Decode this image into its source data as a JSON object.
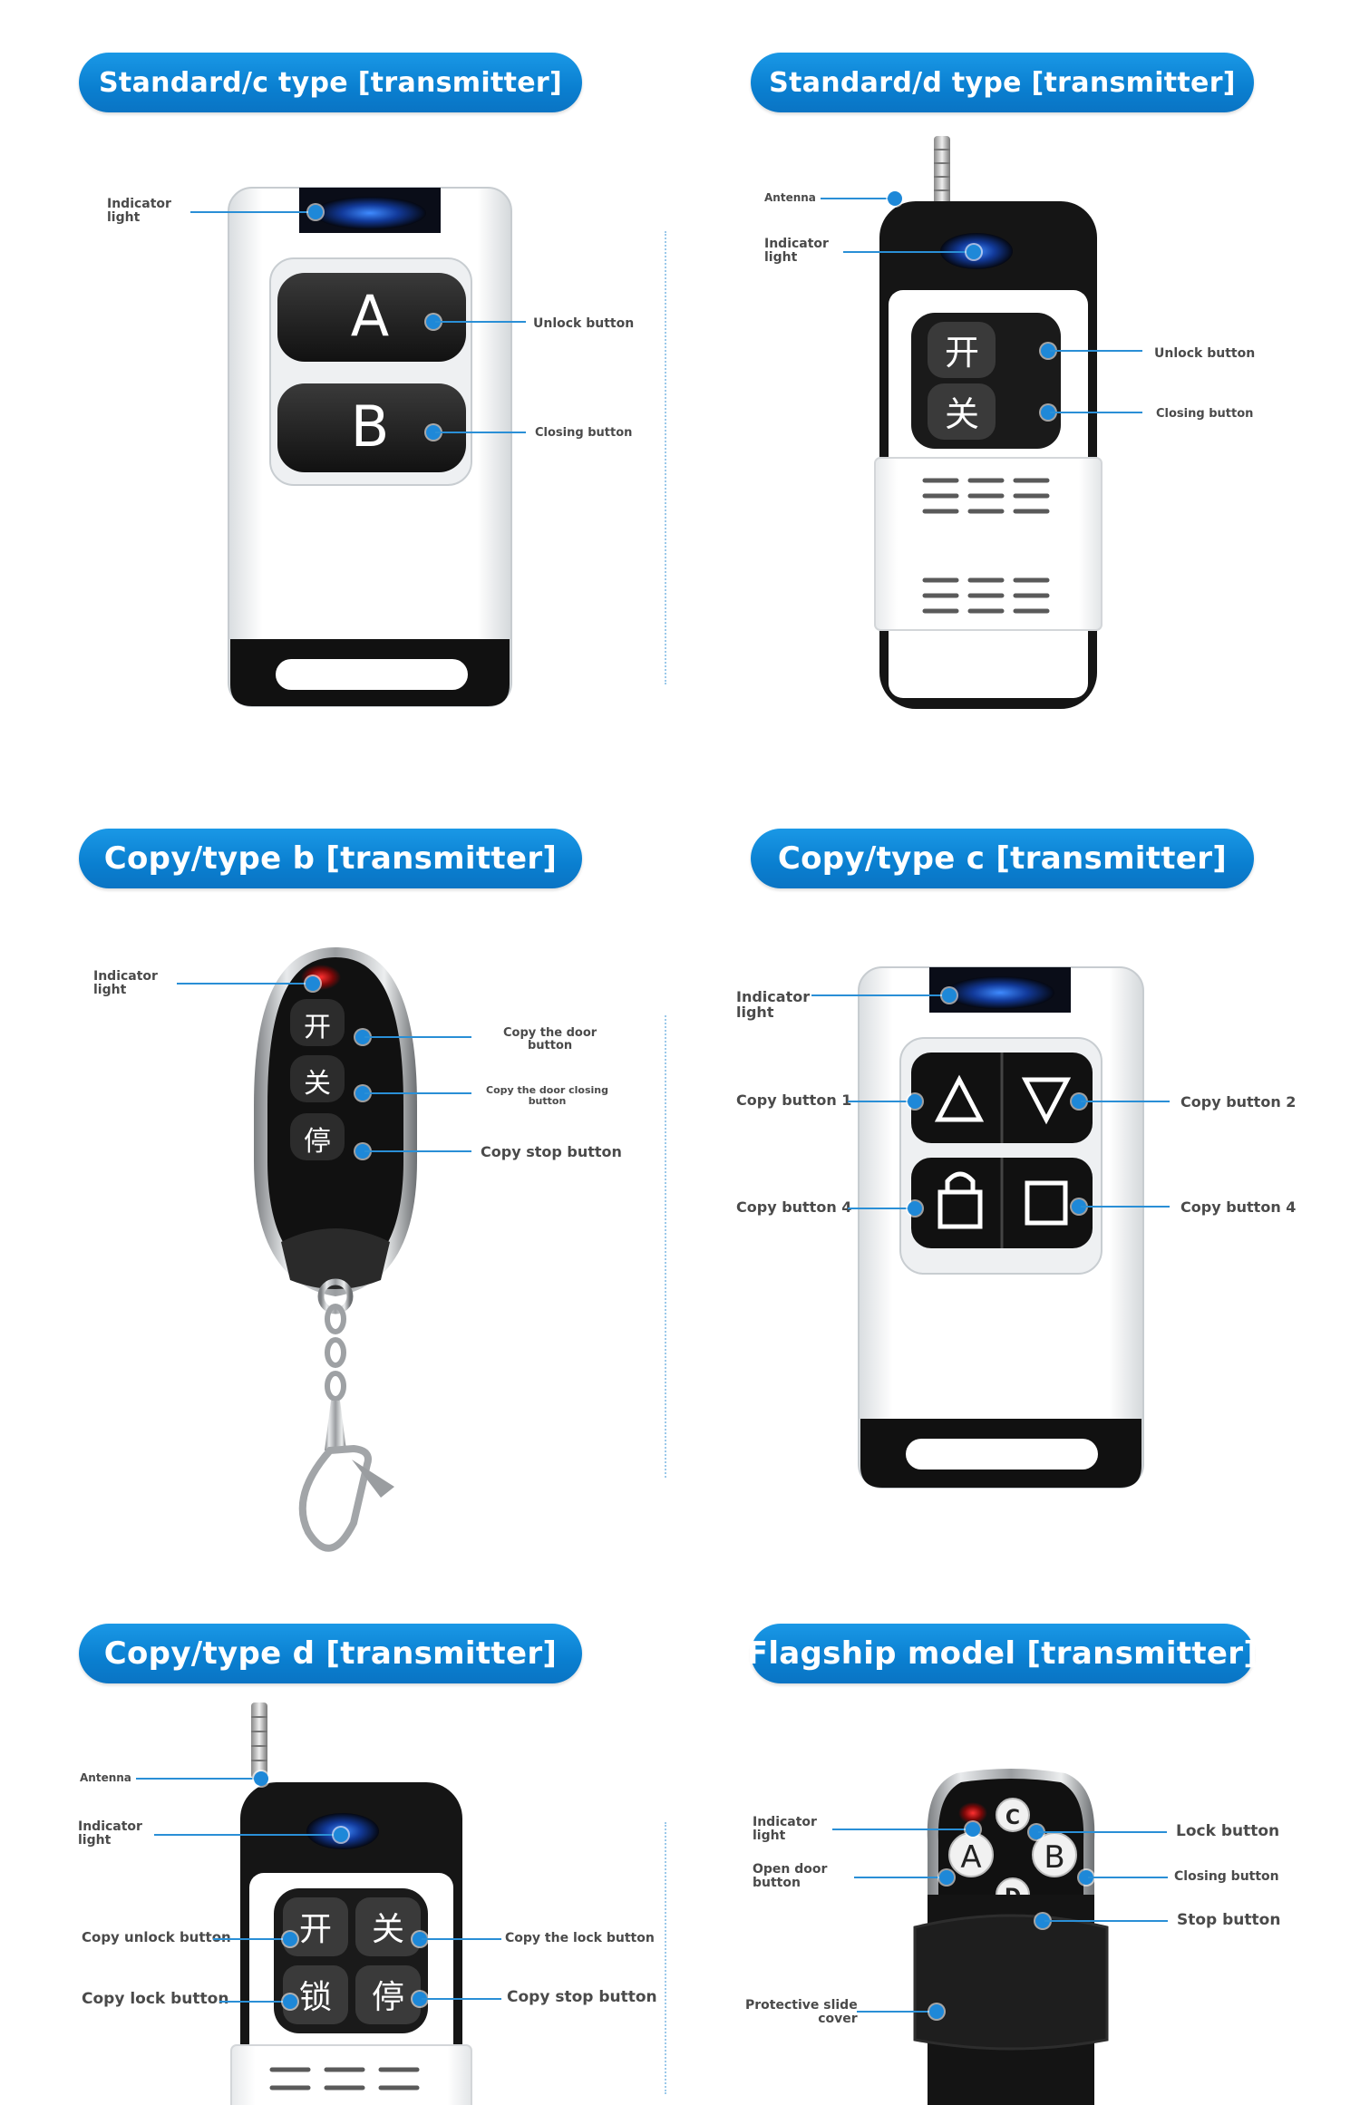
{
  "accent_color": "#0a7fd0",
  "panels": {
    "std_c": {
      "title": "Standard/c type [transmitter]",
      "labels": {
        "indicator_1": "Indicator",
        "indicator_2": "light",
        "unlock": "Unlock button",
        "closing": "Closing button"
      },
      "keys": {
        "a": "A",
        "b": "B"
      }
    },
    "std_d": {
      "title": "Standard/d type [transmitter]",
      "labels": {
        "antenna": "Antenna",
        "indicator_1": "Indicator",
        "indicator_2": "light",
        "unlock": "Unlock button",
        "closing": "Closing button"
      },
      "keys": {
        "open": "开",
        "close": "关"
      }
    },
    "copy_b": {
      "title": "Copy/type b [transmitter]",
      "labels": {
        "indicator_1": "Indicator",
        "indicator_2": "light",
        "door_1": "Copy the door",
        "door_2": "button",
        "closing_1": "Copy the door closing",
        "closing_2": "button",
        "stop": "Copy stop button"
      },
      "keys": {
        "open": "开",
        "close": "关",
        "stop": "停"
      }
    },
    "copy_c": {
      "title": "Copy/type c [transmitter]",
      "labels": {
        "indicator_1": "Indicator",
        "indicator_2": "light",
        "btn1": "Copy button 1",
        "btn2": "Copy button 2",
        "btn4_left": "Copy button 4",
        "btn4_right": "Copy button 4"
      }
    },
    "copy_d": {
      "title": "Copy/type d [transmitter]",
      "labels": {
        "antenna": "Antenna",
        "indicator_1": "Indicator",
        "indicator_2": "light",
        "unlock": "Copy unlock button",
        "lock": "Copy lock button",
        "lock_btn": "Copy the lock button",
        "stop": "Copy stop button"
      },
      "keys": {
        "open": "开",
        "close": "关",
        "lock": "锁",
        "stop": "停"
      }
    },
    "flagship": {
      "title": "Flagship model [transmitter]",
      "labels": {
        "indicator_1": "Indicator",
        "indicator_2": "light",
        "open_1": "Open door",
        "open_2": "button",
        "cover_1": "Protective slide",
        "cover_2": "cover",
        "lock": "Lock button",
        "closing": "Closing button",
        "stop": "Stop button"
      },
      "keys": {
        "a": "A",
        "b": "B",
        "c": "C",
        "d": "D"
      }
    }
  }
}
